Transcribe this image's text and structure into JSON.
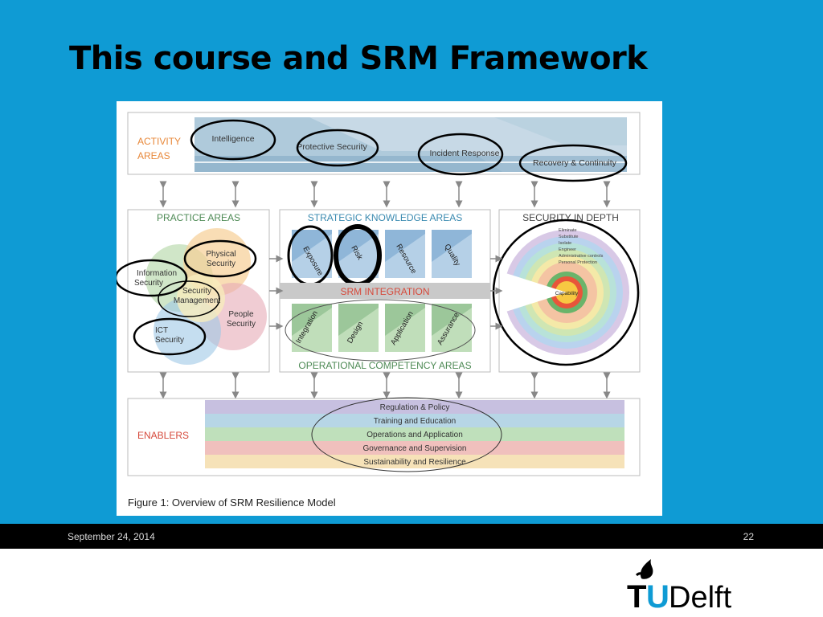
{
  "slide": {
    "title": "This course and SRM Framework",
    "date": "September 24, 2014",
    "page_number": "22",
    "logo": {
      "t": "T",
      "u": "U",
      "delft": "Delft"
    }
  },
  "figure": {
    "caption": "Figure 1: Overview of SRM Resilience Model",
    "activity": {
      "label_line1": "ACTIVITY",
      "label_line2": "AREAS",
      "items": [
        "Intelligence",
        "Protective Security",
        "Incident Response",
        "Recovery & Continuity"
      ]
    },
    "practice": {
      "title": "PRACTICE AREAS",
      "physical": [
        "Physical",
        "Security"
      ],
      "information": [
        "Information",
        "Security"
      ],
      "management": [
        "Security",
        "Management"
      ],
      "people": [
        "People",
        "Security"
      ],
      "ict": [
        "ICT",
        "Security"
      ]
    },
    "strategic": {
      "title": "STRATEGIC KNOWLEDGE AREAS",
      "tiles": [
        "Exposure",
        "Risk",
        "Resource",
        "Quality"
      ]
    },
    "integration_label": "SRM INTEGRATION",
    "operational": {
      "title": "OPERATIONAL COMPETENCY AREAS",
      "tiles": [
        "Integration",
        "Design",
        "Application",
        "Assurance"
      ]
    },
    "depth": {
      "title": "SECURITY IN DEPTH",
      "layers": [
        "Eliminate",
        "Substitute",
        "Isolate",
        "Engineer",
        "Administrative controls",
        "Personal Protection"
      ],
      "center": "Capability"
    },
    "enablers": {
      "label": "ENABLERS",
      "bars": [
        "Regulation & Policy",
        "Training and Education",
        "Operations and Application",
        "Governance and Supervision",
        "Sustainability and Resilience"
      ]
    },
    "colors": {
      "orange_label": "#e8883a",
      "teal_heading": "#3a8ab0",
      "activity_band": "#8fb7cf",
      "tile_blue": "#8fb6d8",
      "tile_green": "#9cc79a"
    }
  }
}
